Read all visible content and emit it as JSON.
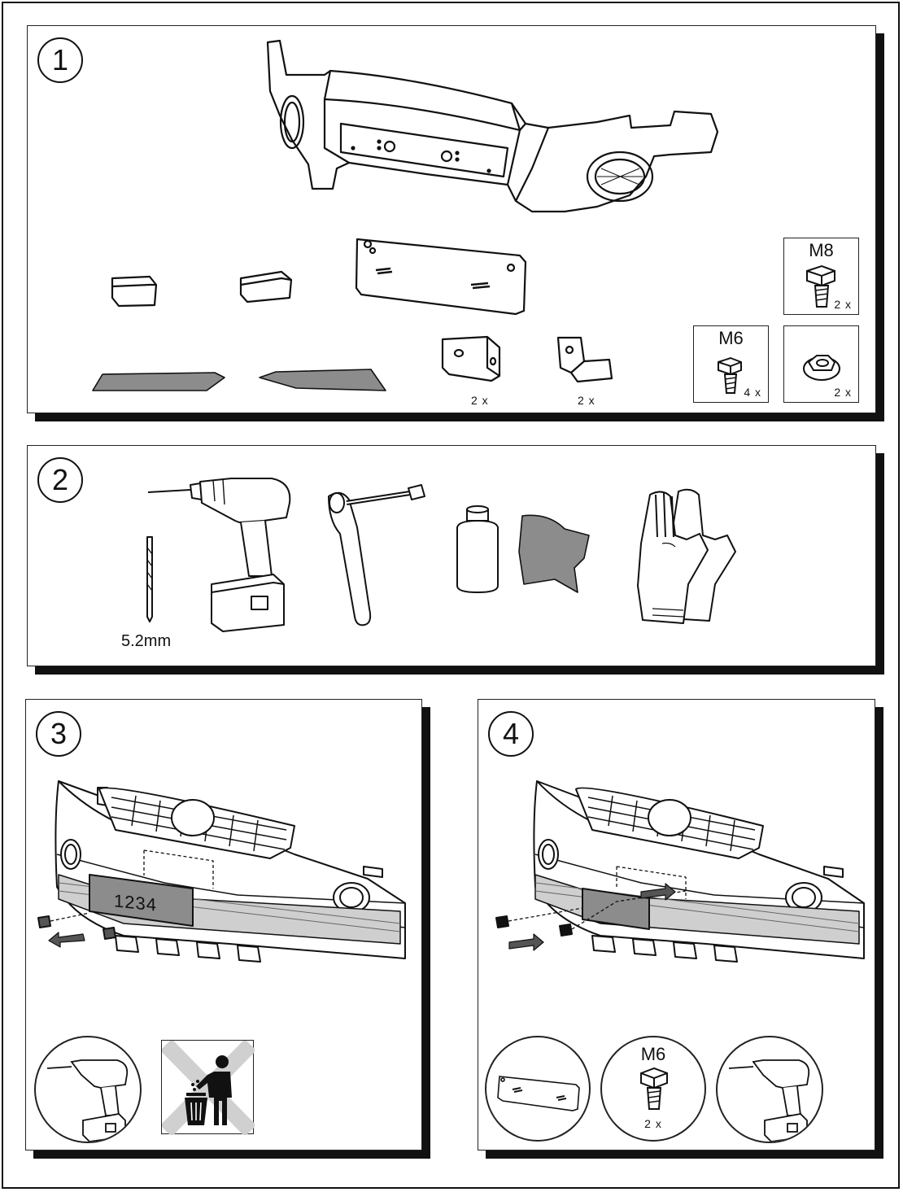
{
  "steps": [
    {
      "number": "1"
    },
    {
      "number": "2"
    },
    {
      "number": "3"
    },
    {
      "number": "4"
    }
  ],
  "step1": {
    "box_m8": {
      "label": "M8",
      "qty": "2 x"
    },
    "box_m6": {
      "label": "M6",
      "qty": "4 x"
    },
    "box_nut": {
      "qty": "2 x"
    },
    "bracket_a_qty": "2 x",
    "bracket_b_qty": "2 x"
  },
  "step2": {
    "drill_bit_size": "5.2mm"
  },
  "step3": {
    "plate_text": "1234"
  },
  "step4": {
    "bolt_label": "M6",
    "bolt_qty": "2 x"
  },
  "colors": {
    "line": "#111111",
    "fill_gray": "#8c8c8c",
    "light_gray": "#c8c8c8",
    "cross": "#d0d0d0"
  }
}
